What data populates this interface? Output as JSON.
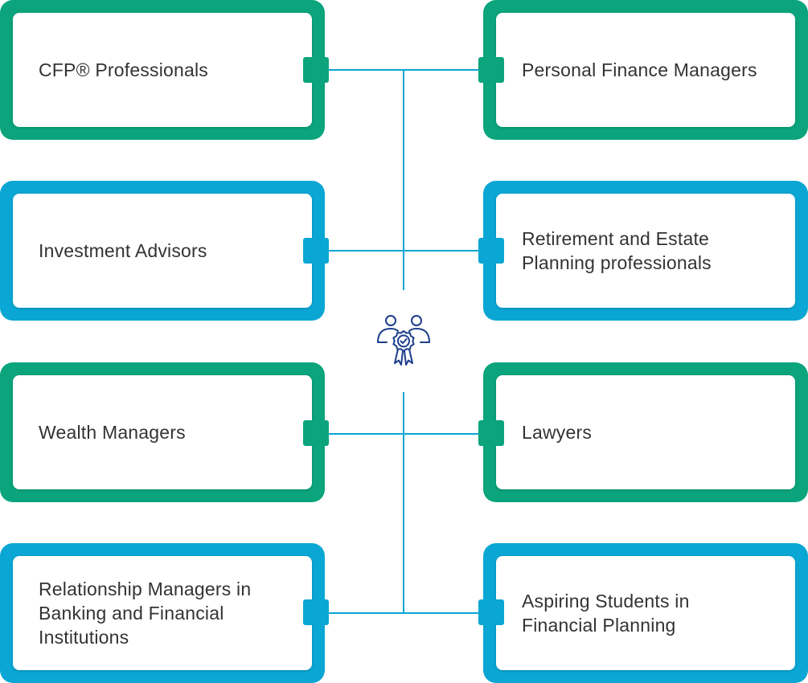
{
  "colors": {
    "green": "#0ba47c",
    "blue": "#0aa6d4",
    "text": "#333333",
    "icon": "#1c3e8c"
  },
  "center_icon": "group-award-icon",
  "cards": [
    {
      "id": "cfp-professionals",
      "side": "left",
      "color": "green",
      "label": "CFP® Professionals"
    },
    {
      "id": "personal-finance-managers",
      "side": "right",
      "color": "green",
      "label": "Personal Finance Managers"
    },
    {
      "id": "investment-advisors",
      "side": "left",
      "color": "blue",
      "label": "Investment Advisors"
    },
    {
      "id": "retirement-estate-planning",
      "side": "right",
      "color": "blue",
      "label": "Retirement and Estate\nPlanning professionals"
    },
    {
      "id": "wealth-managers",
      "side": "left",
      "color": "green",
      "label": "Wealth Managers"
    },
    {
      "id": "lawyers",
      "side": "right",
      "color": "green",
      "label": "Lawyers"
    },
    {
      "id": "relationship-managers",
      "side": "left",
      "color": "blue",
      "label": "Relationship Managers in\nBanking and Financial\nInstitutions"
    },
    {
      "id": "aspiring-students",
      "side": "right",
      "color": "blue",
      "label": "Aspiring Students in\nFinancial Planning"
    }
  ]
}
